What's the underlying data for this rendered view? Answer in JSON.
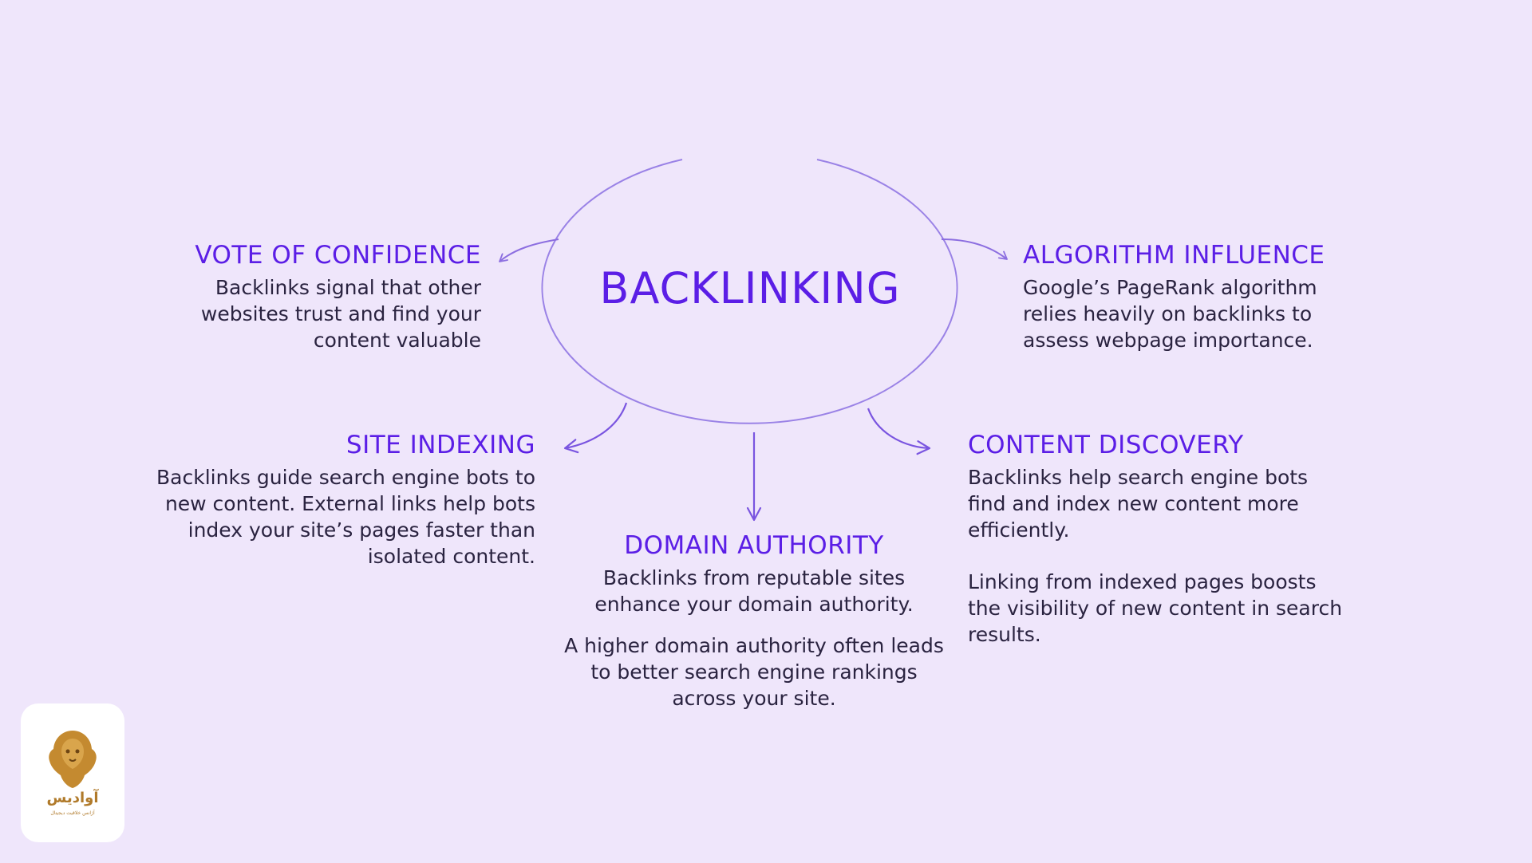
{
  "colors": {
    "background": "#efe6fb",
    "accent": "#5b1ee6",
    "text": "#2a2340",
    "line": "#8c6ee0",
    "logo": "#b07a2a"
  },
  "center": {
    "label": "BACKLINKING"
  },
  "nodes": {
    "vote": {
      "title": "VOTE OF CONFIDENCE",
      "body": [
        "Backlinks signal that other websites trust and find your content valuable"
      ]
    },
    "algorithm": {
      "title": "ALGORITHM INFLUENCE",
      "body": [
        "Google’s PageRank algorithm relies heavily on backlinks to assess webpage importance."
      ]
    },
    "indexing": {
      "title": "SITE INDEXING",
      "body": [
        "Backlinks guide search engine bots to new content. External links help bots index your site’s pages faster than isolated content."
      ]
    },
    "domain": {
      "title": "DOMAIN AUTHORITY",
      "body": [
        "Backlinks from reputable sites enhance your domain authority.",
        "A higher domain authority often leads to better search engine rankings across your site."
      ]
    },
    "discovery": {
      "title": "CONTENT DISCOVERY",
      "body": [
        "Backlinks help search engine bots find and index new content more efficiently.",
        "Linking from indexed pages boosts the visibility of new content in search results."
      ]
    }
  },
  "logo": {
    "icon": "lion-head-icon",
    "text": "آوادیس",
    "subtext": "آژانس خلاقیت دیجیتال"
  }
}
